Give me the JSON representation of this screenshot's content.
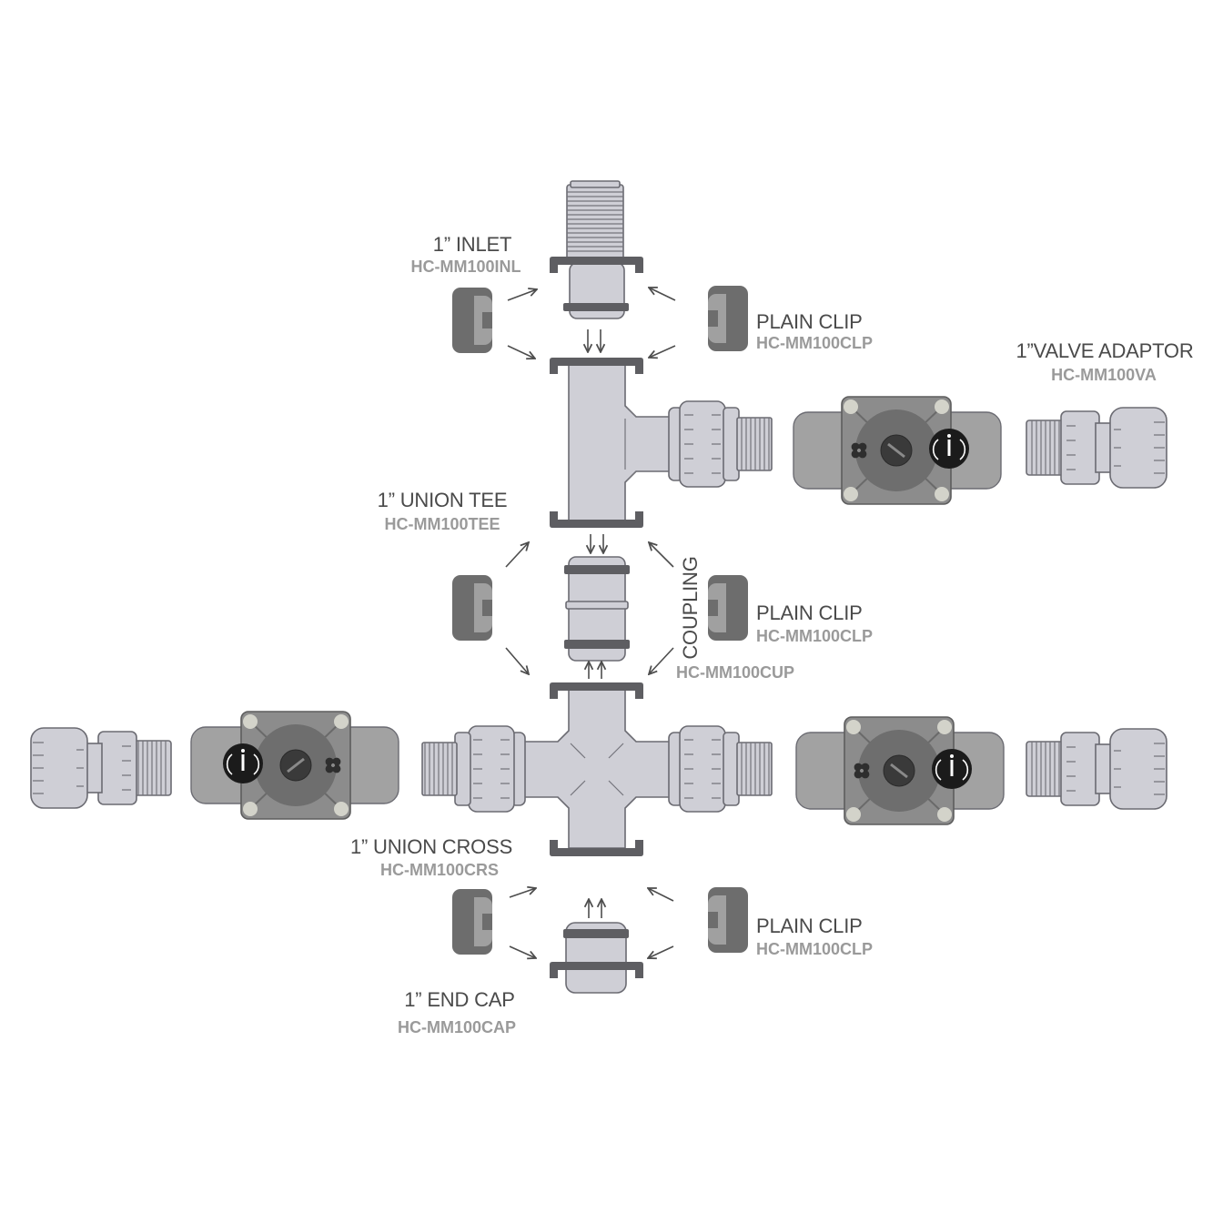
{
  "diagram": {
    "inlet": {
      "label": "1” INLET",
      "code": "HC-MM100INL"
    },
    "clip_top": {
      "label": "PLAIN CLIP",
      "code": "HC-MM100CLP"
    },
    "valve_adaptor": {
      "label": "1”VALVE ADAPTOR",
      "code": "HC-MM100VA"
    },
    "union_tee": {
      "label": "1” UNION TEE",
      "code": "HC-MM100TEE"
    },
    "coupling": {
      "label": "COUPLING",
      "code": "HC-MM100CUP"
    },
    "clip_middle": {
      "label": "PLAIN CLIP",
      "code": "HC-MM100CLP"
    },
    "union_cross": {
      "label": "1” UNION CROSS",
      "code": "HC-MM100CRS"
    },
    "clip_bottom": {
      "label": "PLAIN CLIP",
      "code": "HC-MM100CLP"
    },
    "end_cap": {
      "label": "1” END CAP",
      "code": "HC-MM100CAP"
    }
  },
  "colors": {
    "fitting": "#cfcfd6",
    "band": "#5e5e62",
    "clip": "#6d6d6d",
    "clip_light": "#a0a0a0",
    "valve": "#8c8c8c",
    "valve_inner": "#6e6e6e",
    "knob": "#1b1b1b",
    "label": "#4a4a4a",
    "code": "#9a9a9a",
    "arrow": "#4d4d4d"
  }
}
